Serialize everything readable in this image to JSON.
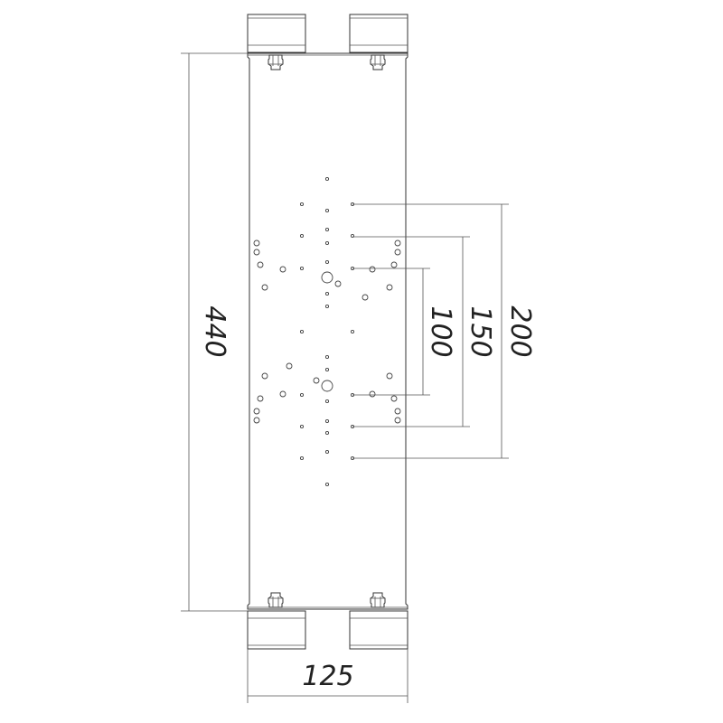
{
  "dimensions": {
    "height": "440",
    "width": "125",
    "spacing_100": "100",
    "spacing_150": "150",
    "spacing_200": "200"
  }
}
